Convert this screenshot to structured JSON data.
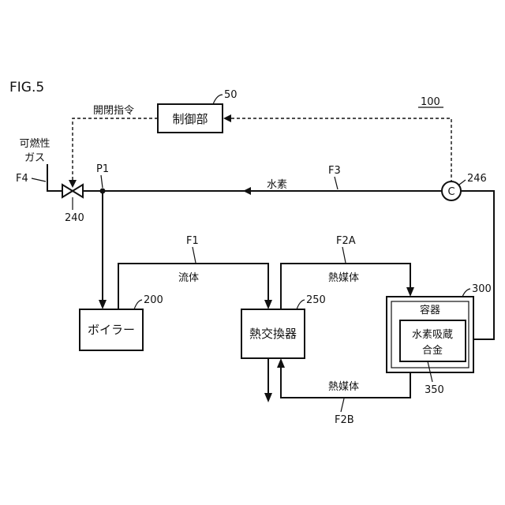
{
  "figure_title": "FIG.5",
  "system_ref": "100",
  "components": {
    "control_unit": {
      "label": "制御部",
      "ref": "50"
    },
    "boiler": {
      "label": "ボイラー",
      "ref": "200"
    },
    "heat_exchanger": {
      "label": "熱交換器",
      "ref": "250"
    },
    "container": {
      "label": "容器",
      "ref": "300"
    },
    "alloy": {
      "label_line1": "水素吸蔵",
      "label_line2": "合金",
      "ref": "350"
    },
    "compressor": {
      "symbol": "C",
      "ref": "246"
    },
    "valve": {
      "ref": "240"
    }
  },
  "labels": {
    "gas_line1": "可燃性",
    "gas_line2": "ガス",
    "open_close_command": "開閉指令",
    "hydrogen": "水素",
    "fluid": "流体",
    "heat_medium_top": "熱媒体",
    "heat_medium_bottom": "熱媒体"
  },
  "flow_refs": {
    "f1": "F1",
    "f2a": "F2A",
    "f2b": "F2B",
    "f3": "F3",
    "f4": "F4",
    "p1": "P1"
  }
}
